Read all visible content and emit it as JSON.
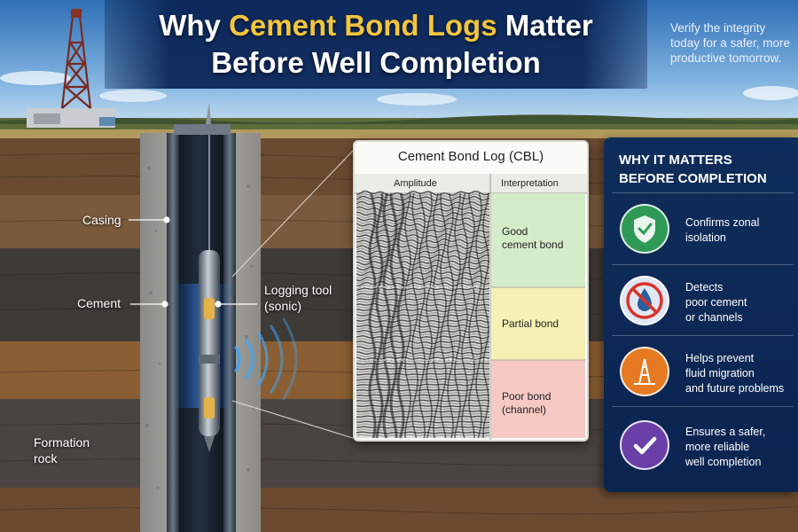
{
  "header": {
    "title_line1_pre": "Why ",
    "title_highlight": "Cement Bond Logs",
    "title_line1_post": " Matter",
    "title_line2": "Before Well Completion",
    "tagline": "Verify the integrity today for a safer, more productive tomorrow."
  },
  "diagram": {
    "casing_label": "Casing",
    "cement_label": "Cement",
    "formation_label_1": "Formation",
    "formation_label_2": "rock",
    "tool_label_1": "Logging tool",
    "tool_label_2": "(sonic)"
  },
  "cbl": {
    "title": "Cement Bond Log (CBL)",
    "col_amplitude": "Amplitude",
    "col_interpretation": "Interpretation",
    "zones": [
      {
        "line1": "Good",
        "line2": "cement bond",
        "color": "#d4ecc8"
      },
      {
        "line1": "Partial bond",
        "line2": "",
        "color": "#f6f0b5"
      },
      {
        "line1": "Poor bond",
        "line2": "(channel)",
        "color": "#f6c9c4"
      }
    ]
  },
  "panel": {
    "heading_1": "WHY IT MATTERS",
    "heading_2": "BEFORE COMPLETION",
    "items": [
      {
        "icon": "shield-check-icon",
        "color": "#2f9a57",
        "line1": "Confirms zonal",
        "line2": "isolation",
        "line3": ""
      },
      {
        "icon": "no-leak-icon",
        "color": "#dfe7f2",
        "line1": "Detects",
        "line2": "poor cement",
        "line3": "or channels"
      },
      {
        "icon": "oil-rig-icon",
        "color": "#e57a22",
        "line1": "Helps prevent",
        "line2": "fluid migration",
        "line3": "and future problems"
      },
      {
        "icon": "checkmark-icon",
        "color": "#6a3fa7",
        "line1": "Ensures a safer,",
        "line2": "more reliable",
        "line3": "well completion"
      }
    ]
  }
}
